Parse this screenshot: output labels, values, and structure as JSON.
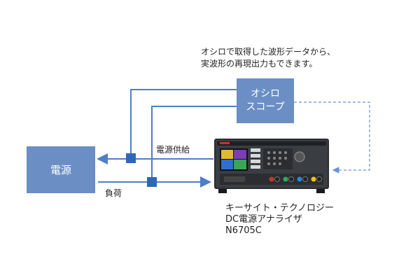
{
  "caption": {
    "line1": "オシロで取得した波形データから、",
    "line2": "実波形の再現出力もできます。"
  },
  "boxes": {
    "power": "電源",
    "scope_line1": "オシロ",
    "scope_line2": "スコープ"
  },
  "labels": {
    "supply": "電源供給",
    "load": "負荷"
  },
  "device": {
    "line1": "キーサイト・テクノロジー",
    "line2": "DC電源アナライザ",
    "line3": "N6705C"
  },
  "colors": {
    "box": "#6b8fc5",
    "wire": "#4f7fc4",
    "probe": "#2f67b8",
    "dashed": "#6a93d1"
  }
}
